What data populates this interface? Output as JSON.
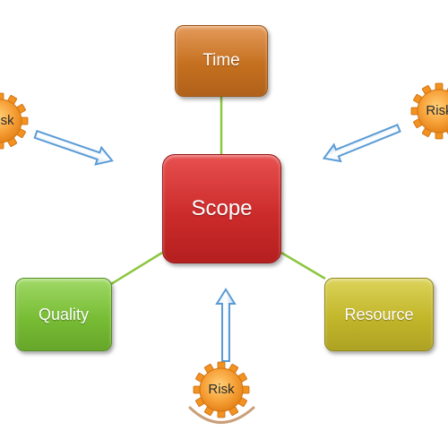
{
  "nodes": {
    "time": "Time",
    "scope": "Scope",
    "quality": "Quality",
    "resource": "Resource"
  },
  "risks": {
    "left": "Risk",
    "right": "Risk",
    "bottom": "Risk"
  },
  "colors": {
    "time": "#c5701f",
    "scope": "#cc2b2b",
    "quality": "#79bd35",
    "resource": "#c2b62a",
    "risk_gear": "#f5901e",
    "arrow": "#5b9bd5",
    "connector": "#8cc63f"
  }
}
